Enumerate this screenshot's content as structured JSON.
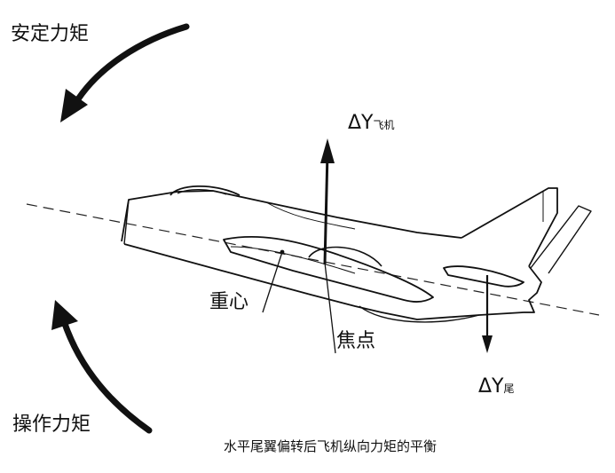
{
  "labels": {
    "stabilizing_moment": "安定力矩",
    "control_moment": "操作力矩",
    "center_of_gravity": "重心",
    "aerodynamic_center": "焦点",
    "delta_y_aircraft_main": "ΔY",
    "delta_y_aircraft_sub": "飞机",
    "delta_y_tail_main": "ΔY",
    "delta_y_tail_sub": "尾"
  },
  "caption": "水平尾翼偏转后飞机纵向力矩的平衡"
}
